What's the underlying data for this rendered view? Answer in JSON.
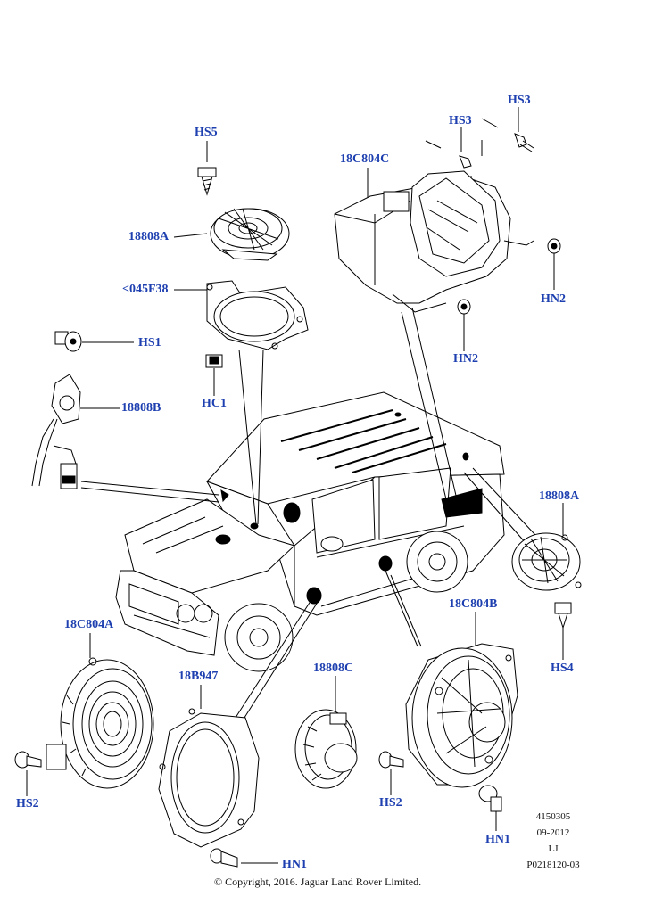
{
  "callouts": {
    "hs5": "HS5",
    "hs3_a": "HS3",
    "hs3_b": "HS3",
    "c18c804c": "18C804C",
    "c18808a_top": "18808A",
    "c045f38": "<045F38",
    "hs1": "HS1",
    "hc1": "HC1",
    "c18808b": "18808B",
    "hn2_a": "HN2",
    "hn2_b": "HN2",
    "c18808a_right": "18808A",
    "hs4": "HS4",
    "c18c804a": "18C804A",
    "c18b947": "18B947",
    "c18808c": "18808C",
    "c18c804b": "18C804B",
    "hs2_left": "HS2",
    "hs2_mid": "HS2",
    "hn1_mid": "HN1",
    "hn1_right": "HN1"
  },
  "reference": {
    "line1": "4150305",
    "line2": "09-2012",
    "line3": "LJ",
    "line4": "P0218120-03"
  },
  "copyright": "© Copyright, 2016. Jaguar Land Rover Limited.",
  "colors": {
    "label": "#1d3fb0",
    "line": "#000000"
  }
}
